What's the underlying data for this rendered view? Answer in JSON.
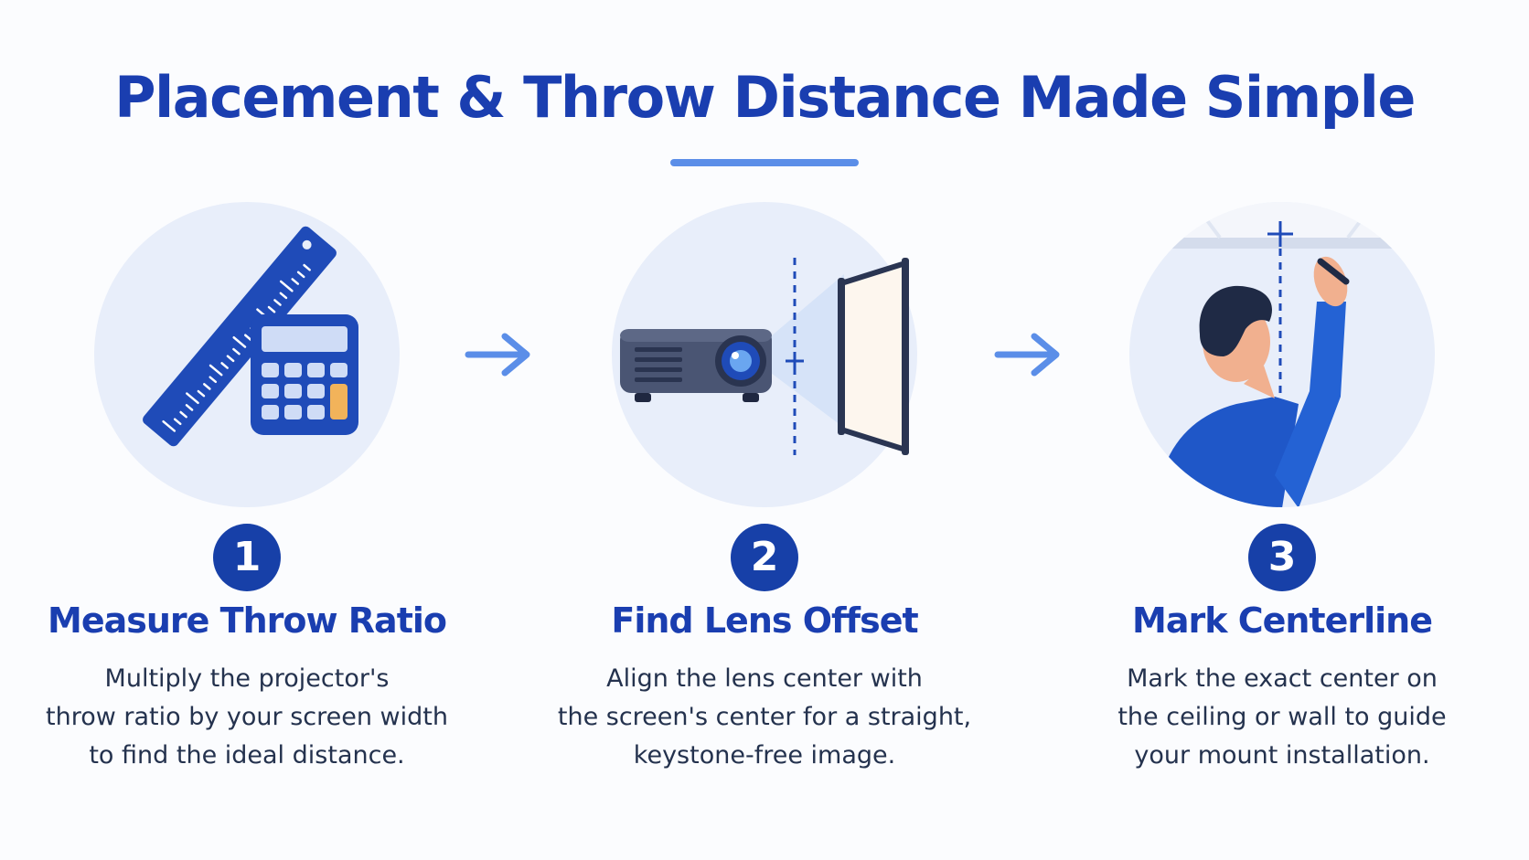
{
  "title": "Placement & Throw Distance Made Simple",
  "colors": {
    "primary": "#1740a8",
    "accent": "#5b8ee8",
    "circle_bg": "#e8eefa",
    "highlight": "#f2b35a"
  },
  "steps": [
    {
      "number": "1",
      "title": "Measure Throw Ratio",
      "description": [
        "Multiply the projector's",
        "throw ratio by your screen width",
        "to find the ideal distance."
      ],
      "icons": [
        "ruler-icon",
        "calculator-icon"
      ]
    },
    {
      "number": "2",
      "title": "Find Lens Offset",
      "description": [
        "Align the lens center with",
        "the screen's center for a straight,",
        "keystone-free image."
      ],
      "icons": [
        "projector-icon",
        "projection-screen-icon"
      ]
    },
    {
      "number": "3",
      "title": "Mark Centerline",
      "description": [
        "Mark the exact center on",
        "the ceiling or wall to guide",
        "your mount installation."
      ],
      "icons": [
        "person-marking-icon",
        "crosshair-icon"
      ]
    }
  ],
  "connectors": [
    "arrow-right-icon",
    "arrow-right-icon"
  ]
}
